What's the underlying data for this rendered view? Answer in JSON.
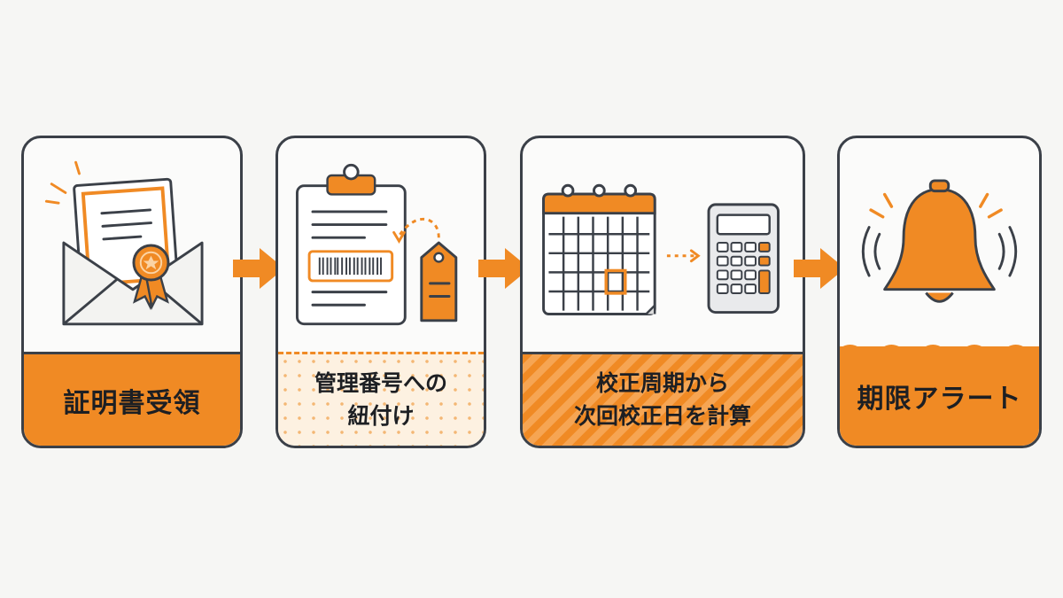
{
  "steps": [
    {
      "label": "証明書受領",
      "icons": [
        "envelope-icon",
        "certificate-icon",
        "ribbon-badge-icon"
      ]
    },
    {
      "label_line1": "管理番号への",
      "label_line2": "紐付け",
      "icons": [
        "clipboard-icon",
        "barcode-icon",
        "tag-icon"
      ]
    },
    {
      "label_line1": "校正周期から",
      "label_line2": "次回校正日を計算",
      "icons": [
        "calendar-icon",
        "calculator-icon"
      ]
    },
    {
      "label": "期限アラート",
      "icons": [
        "bell-icon"
      ]
    }
  ],
  "colors": {
    "accent": "#f08a24",
    "outline": "#3b4048",
    "background": "#f6f6f4"
  }
}
